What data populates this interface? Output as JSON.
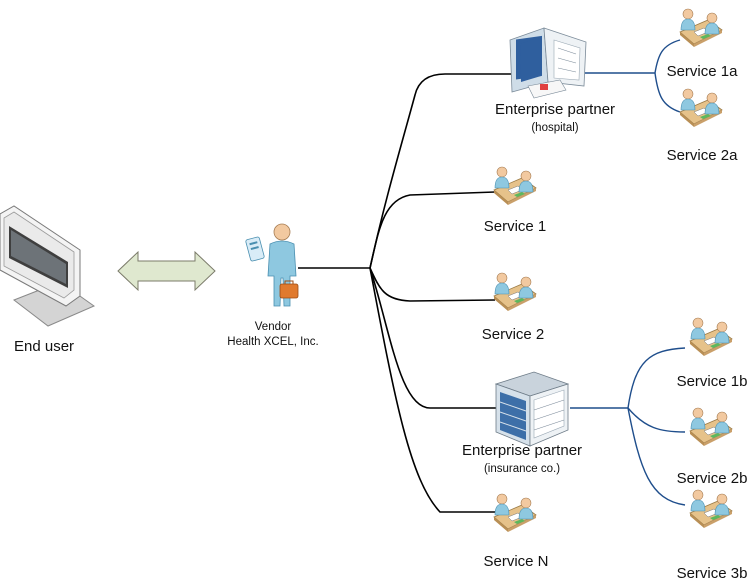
{
  "end_user": {
    "label": "End user"
  },
  "vendor": {
    "line1": "Vendor",
    "line2": "Health XCEL, Inc."
  },
  "hospital_partner": {
    "title": "Enterprise partner",
    "subtitle": "(hospital)"
  },
  "insurance_partner": {
    "title": "Enterprise partner",
    "subtitle": "(insurance co.)"
  },
  "services": {
    "s1": "Service 1",
    "s2": "Service 2",
    "sN": "Service N",
    "s1a": "Service 1a",
    "s2a": "Service 2a",
    "s1b": "Service 1b",
    "s2b": "Service 2b",
    "s3b": "Service 3b"
  },
  "colors": {
    "vendor_links": "#000000",
    "partner_links": "#1f4e8c",
    "arrow_fill": "#dfe8cf",
    "arrow_stroke": "#7b7b6a"
  }
}
